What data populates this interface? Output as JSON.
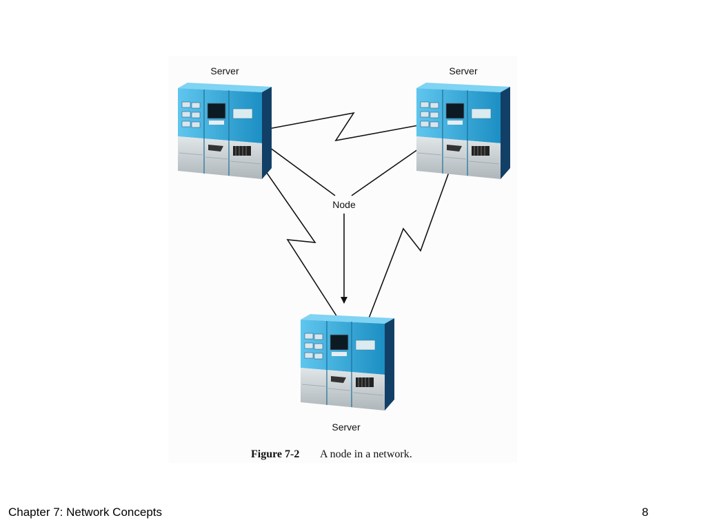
{
  "diagram": {
    "servers": [
      {
        "id": "top-left",
        "label": "Server"
      },
      {
        "id": "top-right",
        "label": "Server"
      },
      {
        "id": "bottom",
        "label": "Server"
      }
    ],
    "node_label": "Node",
    "connections": [
      {
        "from": "top-left",
        "to": "top-right",
        "style": "zigzag-link"
      },
      {
        "from": "top-left",
        "to": "bottom",
        "style": "zigzag-link"
      },
      {
        "from": "top-right",
        "to": "bottom",
        "style": "zigzag-link"
      }
    ],
    "arrows_from_node": [
      "top-left",
      "top-right",
      "bottom"
    ],
    "caption": {
      "number": "Figure 7-2",
      "text": "A node in a network."
    },
    "colors": {
      "server_body": "#2ba8dc",
      "server_base": "#c9d1d5",
      "line": "#111111"
    }
  },
  "footer": {
    "title": "Chapter 7:  Network Concepts",
    "page_number": "8"
  }
}
